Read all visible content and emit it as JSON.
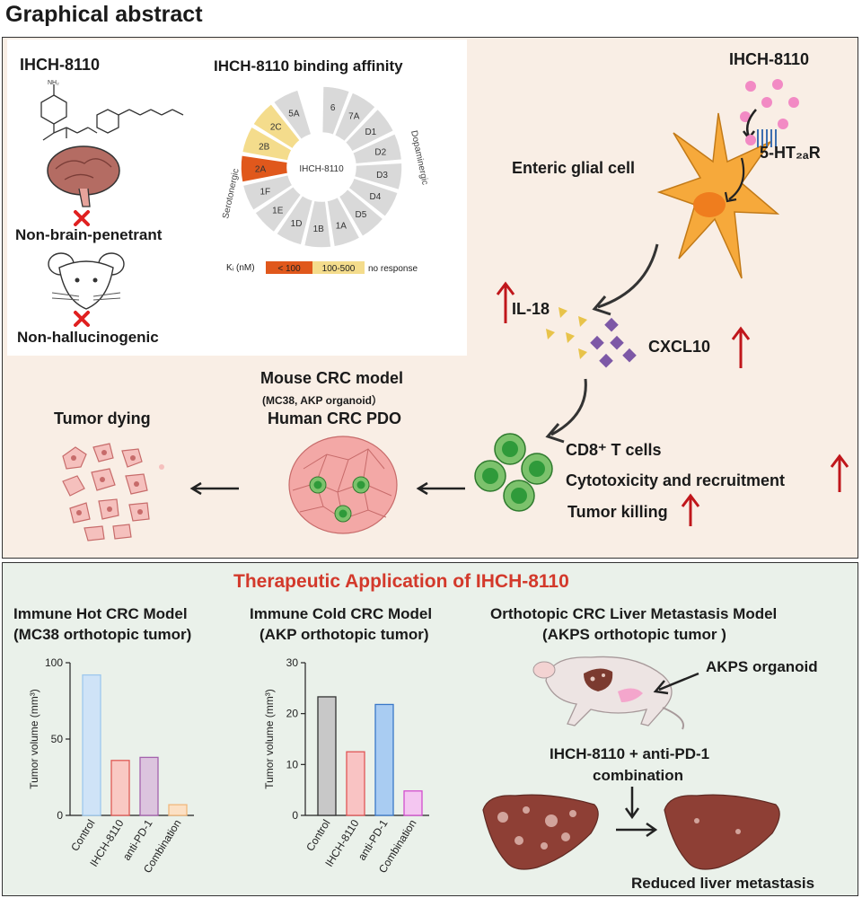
{
  "page": {
    "title": "Graphical abstract"
  },
  "compound": {
    "name": "IHCH-8110",
    "nh2_label": "NH₂",
    "brain_label": "Non-brain-penetrant",
    "halluc_label": "Non-hallucinogenic"
  },
  "affinity_wheel": {
    "title": "IHCH-8110 binding affinity",
    "center_label": "IHCH-8110",
    "serotonergic_label": "Serotonergic",
    "dopaminergic_label": "Dopaminergic",
    "segments": [
      {
        "label": "6",
        "category": "no response"
      },
      {
        "label": "7A",
        "category": "no response"
      },
      {
        "label": "D1",
        "category": "no response"
      },
      {
        "label": "D2",
        "category": "no response"
      },
      {
        "label": "D3",
        "category": "no response"
      },
      {
        "label": "D4",
        "category": "no response"
      },
      {
        "label": "D5",
        "category": "no response"
      },
      {
        "label": "1A",
        "category": "no response"
      },
      {
        "label": "1B",
        "category": "no response"
      },
      {
        "label": "1D",
        "category": "no response"
      },
      {
        "label": "1E",
        "category": "no response"
      },
      {
        "label": "1F",
        "category": "no response"
      },
      {
        "label": "2A",
        "category": "< 100"
      },
      {
        "label": "2B",
        "category": "100-500"
      },
      {
        "label": "2C",
        "category": "100-500"
      },
      {
        "label": "5A",
        "category": "no response"
      }
    ],
    "legend": {
      "title": "Kᵢ (nM)",
      "items": [
        "< 100",
        "100-500",
        "no response"
      ]
    },
    "colors": {
      "high": "#e0581c",
      "mid": "#f4dc8c",
      "none": "#d9d9d9"
    }
  },
  "mechanism": {
    "compound_label": "IHCH-8110",
    "receptor_label": "5-HT₂ₐR",
    "cell_label": "Enteric glial cell",
    "il18_label": "IL-18",
    "cxcl10_label": "CXCL10",
    "tcell_lines": [
      "CD8⁺ T cells",
      "Cytotoxicity and recruitment",
      "Tumor killing"
    ],
    "model_lines": [
      "Mouse CRC model",
      "(MC38, AKP organoid）",
      "Human CRC PDO"
    ],
    "tumor_dying_label": "Tumor dying"
  },
  "therapeutic": {
    "title": "Therapeutic Application of IHCH-8110",
    "hot_title": [
      "Immune Hot CRC Model",
      "(MC38 orthotopic tumor)"
    ],
    "cold_title": [
      "Immune Cold CRC Model",
      "(AKP orthotopic tumor)"
    ],
    "liver_title": [
      "Orthotopic CRC Liver Metastasis Model",
      "(AKPS orthotopic tumor )"
    ],
    "akps_label": "AKPS organoid",
    "combo_label": [
      "IHCH-8110 + anti-PD-1",
      "combination"
    ],
    "reduced_label": "Reduced liver metastasis"
  },
  "chart_data": [
    {
      "type": "bar",
      "categories": [
        "Control",
        "IHCH-8110",
        "anti-PD-1",
        "Combination"
      ],
      "values": [
        92,
        36,
        38,
        7
      ],
      "ylabel": "Tumor volume (mm³)",
      "ylim": [
        0,
        100
      ],
      "yticks": [
        0,
        50,
        100
      ],
      "fills": [
        "#cfe3f7",
        "#f9c9c3",
        "#dcc4de",
        "#fce0c4"
      ],
      "strokes": [
        "#9ec8ee",
        "#e05a55",
        "#a463ad",
        "#f1b77c"
      ]
    },
    {
      "type": "bar",
      "categories": [
        "Control",
        "IHCH-8110",
        "anti-PD-1",
        "Combination"
      ],
      "values": [
        23.3,
        12.5,
        21.8,
        4.8
      ],
      "ylabel": "Tumor volume (mm³)",
      "ylim": [
        0,
        30
      ],
      "yticks": [
        0,
        10,
        20,
        30
      ],
      "fills": [
        "#c8c8c8",
        "#f9c3c3",
        "#a9ccf2",
        "#f4c6f1"
      ],
      "strokes": [
        "#333333",
        "#e05555",
        "#3a78c8",
        "#d24fce"
      ]
    }
  ],
  "colors": {
    "accent_red": "#d3392b",
    "arrow_red": "#c0161b",
    "glial_orange": "#f6a93b",
    "tcell_green": "#2f9a3a"
  }
}
